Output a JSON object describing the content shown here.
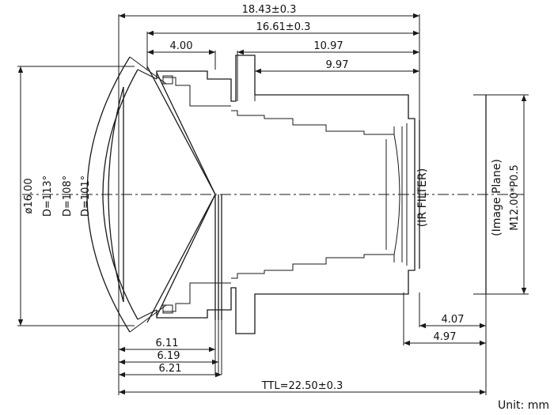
{
  "dimensions": {
    "overall_length": "18.43±0.3",
    "body_length": "16.61±0.3",
    "front_flange": "4.00",
    "thread_length": "10.97",
    "thread_inner": "9.97",
    "back_focus_1": "4.07",
    "back_focus_2": "4.97",
    "vertex_1": "6.11",
    "vertex_2": "6.19",
    "vertex_3": "6.21",
    "ttl": "TTL=22.50±0.3"
  },
  "left_labels": {
    "outer_diameter": "ø16.00",
    "d1": "D=113°",
    "d2": "D=108°",
    "d3": "D=101°"
  },
  "right_labels": {
    "ir_filter": "(IR FILTER)",
    "image_plane": "(Image Plane)",
    "thread": "M12.00*P0.5"
  },
  "unit": "Unit: mm"
}
